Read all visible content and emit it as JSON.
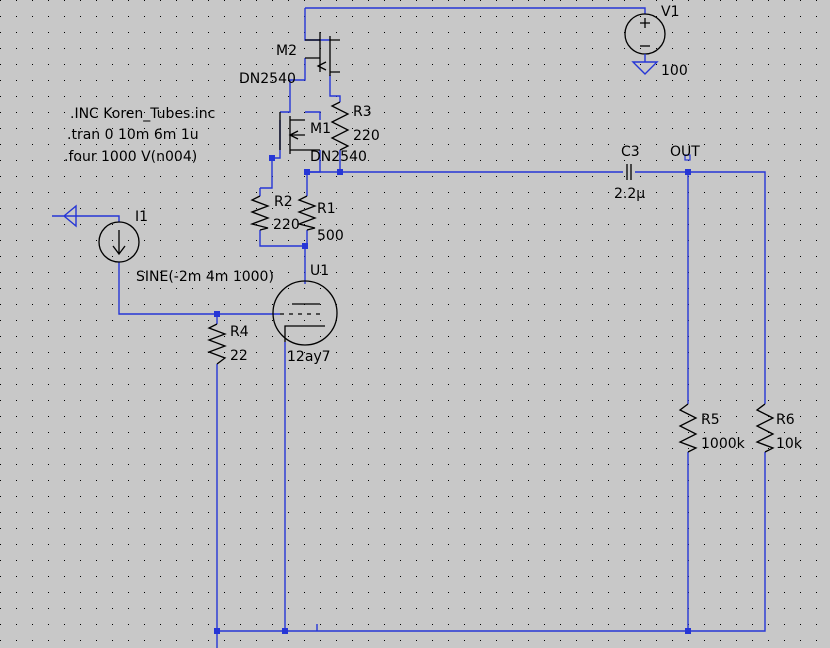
{
  "colors": {
    "background": "#c8c8c8",
    "wire": "#2636d6",
    "component": "#000000",
    "grid_dot": "#000000"
  },
  "directives": [
    ".INC Koren_Tubes.inc",
    ".tran 0 10m 6m 1u",
    ".four 1000 V(n004)"
  ],
  "components": {
    "V1": {
      "name": "V1",
      "value": "100"
    },
    "M2": {
      "name": "M2",
      "model": "DN2540"
    },
    "M1": {
      "name": "M1",
      "model": "DN2540"
    },
    "R3": {
      "name": "R3",
      "value": "220"
    },
    "R2": {
      "name": "R2",
      "value": "220"
    },
    "R1": {
      "name": "R1",
      "value": "500"
    },
    "I1": {
      "name": "I1",
      "value": "SINE(-2m 4m 1000)"
    },
    "U1": {
      "name": "U1",
      "model": "12ay7"
    },
    "R4": {
      "name": "R4",
      "value": "22"
    },
    "C3": {
      "name": "C3",
      "value": "2.2µ"
    },
    "R5": {
      "name": "R5",
      "value": "1000k"
    },
    "R6": {
      "name": "R6",
      "value": "10k"
    }
  },
  "net_labels": {
    "out": "OUT"
  }
}
